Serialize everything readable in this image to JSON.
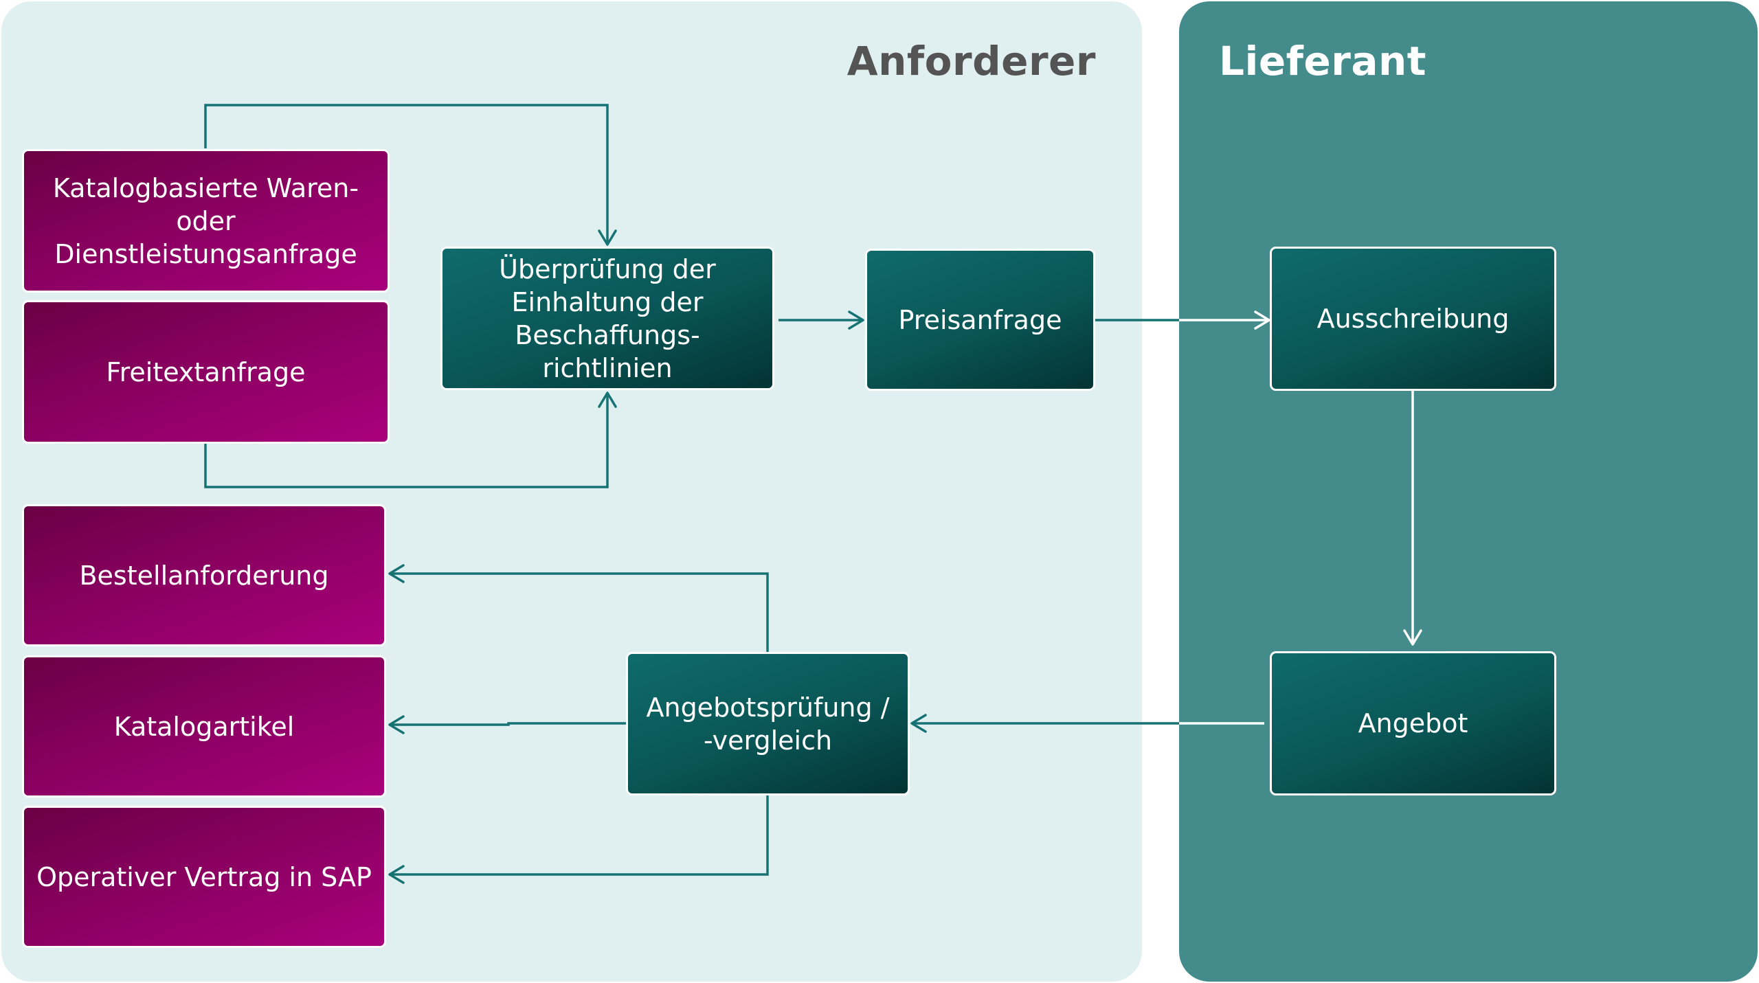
{
  "lanes": {
    "requester": "Anforderer",
    "supplier": "Lieferant"
  },
  "boxes": {
    "catalog_request": "Katalogbasierte Waren- oder Dienstleistungsanfrage",
    "free_text_request": "Freitextanfrage",
    "policy_check": "Überprüfung der Einhaltung der Beschaffungs- richtlinien",
    "price_request": "Preisanfrage",
    "tender": "Ausschreibung",
    "offer": "Angebot",
    "offer_review": "Angebotsprüfung / -vergleich",
    "purchase_requisition": "Bestellanforderung",
    "catalog_item": "Katalogartikel",
    "operative_contract": "Operativer Vertrag in SAP"
  },
  "colors": {
    "requester_lane": "#e0eff0",
    "supplier_lane": "#448b8c",
    "purple_box": "#8c0062",
    "teal_box": "#0a5555",
    "connector": "#167273"
  }
}
